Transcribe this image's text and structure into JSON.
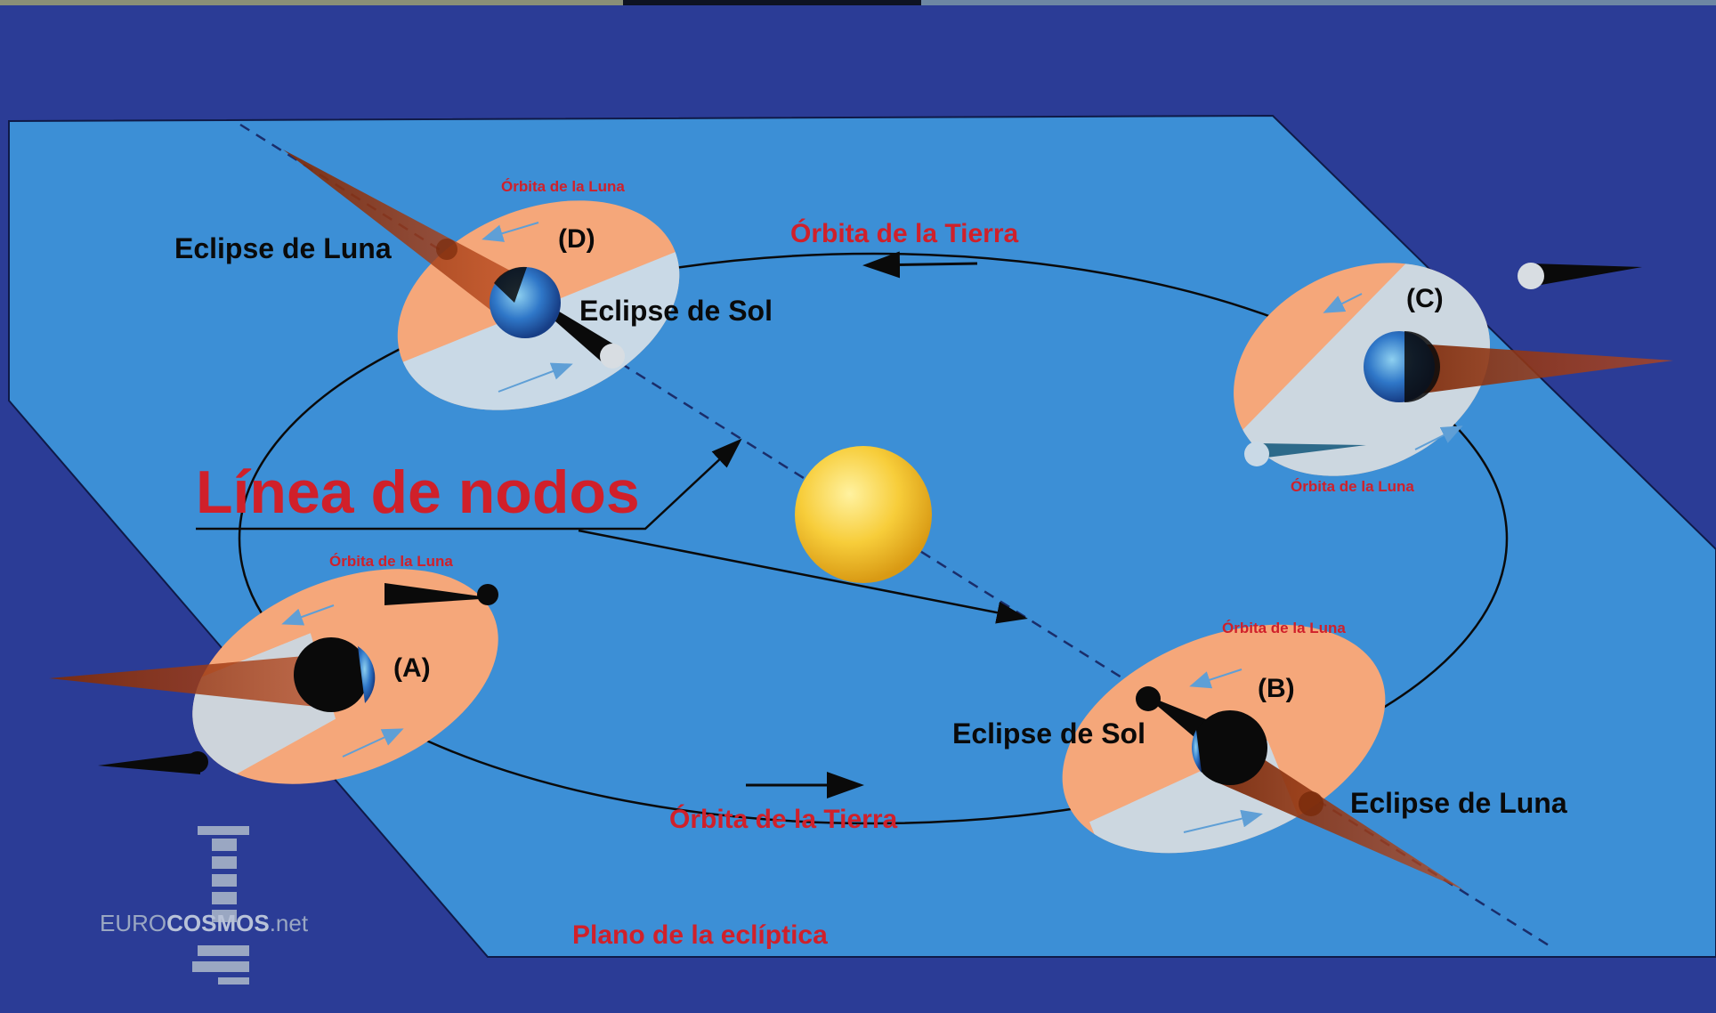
{
  "diagram": {
    "node_line_label": "Línea de nodos",
    "earth_orbit_top": "Órbita de la Tierra",
    "earth_orbit_bottom": "Órbita de la Tierra",
    "ecliptic_plane": "Plano de la eclíptica",
    "positions": {
      "A": {
        "tag": "(A)",
        "moon_orbit": "Órbita de la Luna"
      },
      "B": {
        "tag": "(B)",
        "moon_orbit": "Órbita de la Luna",
        "solar_eclipse": "Eclipse de Sol",
        "lunar_eclipse": "Eclipse de Luna"
      },
      "C": {
        "tag": "(C)",
        "moon_orbit": "Órbita de la Luna"
      },
      "D": {
        "tag": "(D)",
        "moon_orbit": "Órbita de la Luna",
        "solar_eclipse": "Eclipse de Sol",
        "lunar_eclipse": "Eclipse de Luna"
      }
    },
    "logo": {
      "text_light": "EURO",
      "text_bold": "COSMOS",
      "text_suffix": ".net"
    }
  },
  "colors": {
    "background": "#2b3c96",
    "plane": "#3c8fd6",
    "orbit_orange": "#f5a77a",
    "orbit_pale": "#c9d9e6",
    "label_red": "#d0202a",
    "sun": "#f5c935"
  }
}
